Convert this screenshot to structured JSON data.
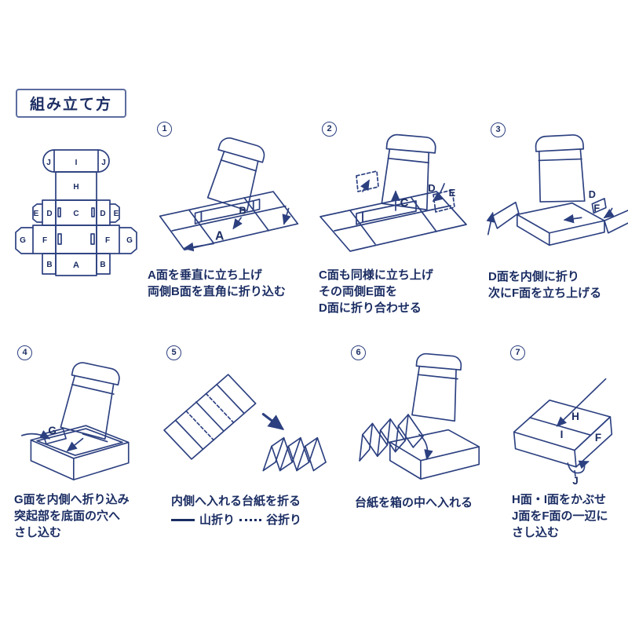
{
  "page": {
    "title": "組み立て方"
  },
  "colors": {
    "line": "#2c4080",
    "text": "#1b2d63"
  },
  "template": {
    "labels": {
      "j1": "J",
      "i": "I",
      "j2": "J",
      "h": "H",
      "e1": "E",
      "d1": "D",
      "c": "C",
      "d2": "D",
      "e2": "E",
      "g1": "G",
      "f1": "F",
      "f2": "F",
      "g2": "G",
      "b1": "B",
      "a": "A",
      "b2": "B"
    }
  },
  "steps": [
    {
      "number": "1",
      "caption_lines": [
        "A面を垂直に立ち上げ",
        "両側B面を直角に折り込む"
      ],
      "labels": {
        "a": "A",
        "b": "B"
      }
    },
    {
      "number": "2",
      "caption_lines": [
        "C面も同様に立ち上げ",
        "その両側E面を",
        "D面に折り合わせる"
      ],
      "labels": {
        "c": "C",
        "d": "D",
        "e": "E"
      }
    },
    {
      "number": "3",
      "caption_lines": [
        "D面を内側に折り",
        "次にF面を立ち上げる"
      ],
      "labels": {
        "d": "D",
        "f": "F"
      }
    },
    {
      "number": "4",
      "caption_lines": [
        "G面を内側へ折り込み",
        "突起部を底面の穴へ",
        "さし込む"
      ],
      "labels": {
        "g": "G"
      }
    },
    {
      "number": "5",
      "caption_lines": [
        "内側へ入れる台紙を折る"
      ],
      "legend": {
        "mountain_label": "山折り",
        "valley_label": "谷折り"
      }
    },
    {
      "number": "6",
      "caption_lines": [
        "台紙を箱の中へ入れる"
      ]
    },
    {
      "number": "7",
      "caption_lines": [
        "H面・I面をかぶせ",
        "J面をF面の一辺に",
        "さし込む"
      ],
      "labels": {
        "h": "H",
        "i": "I",
        "f": "F",
        "j": "J"
      }
    }
  ]
}
